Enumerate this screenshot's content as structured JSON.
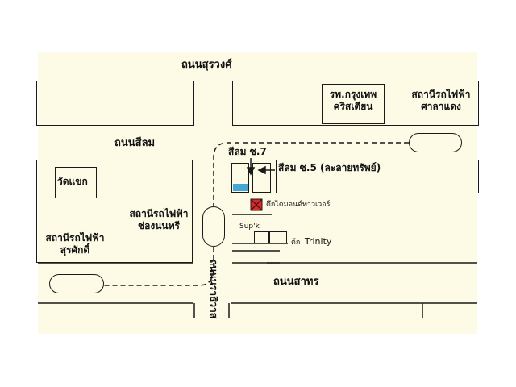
{
  "roads": {
    "surawong": "ถนนสุรวงศ์",
    "silom": "ถนนสีลม",
    "sathorn": "ถนนสาทร",
    "narathiwat": "ถนนนราธิวาส"
  },
  "places": {
    "bangkok_christian_hospital": [
      "รพ.กรุงเทพ",
      "คริสเตียน"
    ],
    "sala_daeng_station": [
      "สถานีรถไฟฟ้า",
      "ศาลาแดง"
    ],
    "wat_khaek": "วัดแขก",
    "chong_nonsi_station": [
      "สถานีรถไฟฟ้า",
      "ช่องนนทรี"
    ],
    "surasak_station": [
      "สถานีรถไฟฟ้า",
      "สุรศักดิ์"
    ],
    "silom_soi7": "สีลม ซ.7",
    "silom_soi5": "สีลม ซ.5 (ละลายทรัพย์)",
    "diamond_tower": "ตึกไดมอนด์ทาวเวอร์",
    "supk": "Sup'k",
    "trinity_prefix": "ตึก",
    "trinity_name": "Trinity"
  },
  "icons": {
    "target": "target-x-marker-icon",
    "arrow": "arrow-left-icon"
  },
  "colors": {
    "background": "#fdfbe6",
    "lines": "#1a1a1a",
    "marker": "#e52424",
    "water": "#43a8d8"
  }
}
